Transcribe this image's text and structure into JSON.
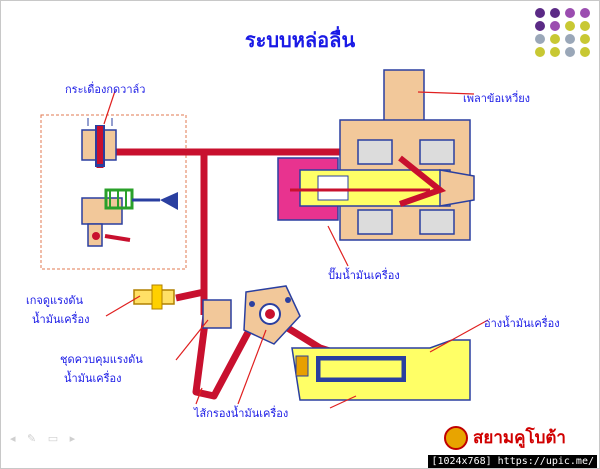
{
  "title": "ระบบหล่อลื่น",
  "labels": {
    "rocker_arm": "กระเดื่องกดวาล์ว",
    "crankshaft": "เพลาข้อเหวี่ยง",
    "oil_pump": "ปั๊มน้ำมันเครื่อง",
    "oil_gauge": [
      "เกจดูแรงดัน",
      "น้ำมันเครื่อง"
    ],
    "pressure_control": [
      "ชุดควบคุมแรงดัน",
      "น้ำมันเครื่อง"
    ],
    "oil_pan": "อ่างน้ำมันเครื่อง",
    "oil_strainer": "ไส้กรองน้ำมันเครื่อง"
  },
  "brand": "สยามคูโบต้า",
  "watermark": "[1024x768] https://upic.me/",
  "colors": {
    "title": "#1a1ae6",
    "label": "#1a1ae6",
    "oil_line": "#c8102e",
    "housing": "#f2c89a",
    "housing_outline": "#2a3fa0",
    "oil_pan": "#ffff66",
    "pump_body": "#f2c89a",
    "pink": "#e8338f",
    "arrow": "#e02020",
    "brand": "#d00000"
  },
  "decor_dots": [
    "#5b2a86",
    "#5b2a86",
    "#9b4db0",
    "#9b4db0",
    "#5b2a86",
    "#9b4db0",
    "#c8c833",
    "#c8c833",
    "#9aa7b8",
    "#c8c833",
    "#9aa7b8",
    "#c8c833",
    "#c8c833",
    "#c8c833",
    "#9aa7b8",
    "#c8c833"
  ],
  "controls": "◂ ✎ ▭ ▸"
}
